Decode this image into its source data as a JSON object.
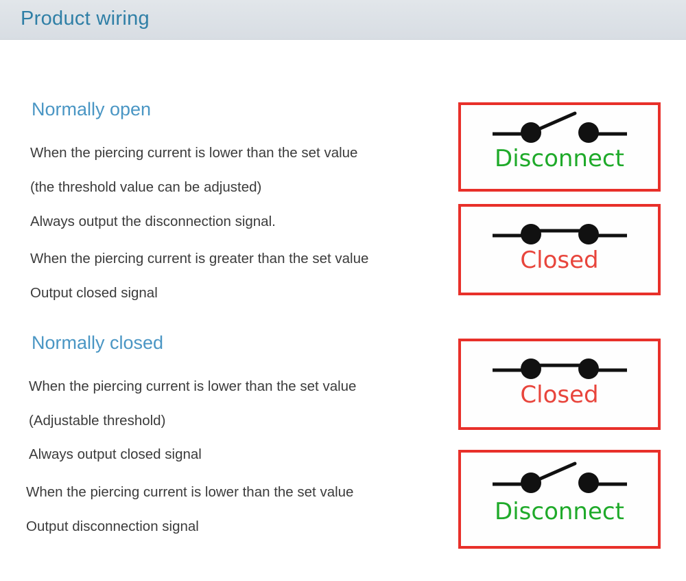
{
  "header": {
    "title": "Product wiring",
    "title_color": "#2f7fa6",
    "background_color": "#dde2e7"
  },
  "theme": {
    "heading_color": "#4a96c4",
    "body_text_color": "#3b3b3b",
    "box_border_color": "#e8302a",
    "disconnect_color": "#1faa2a",
    "closed_color": "#e8453c",
    "symbol_color": "#000000"
  },
  "sections": [
    {
      "heading": "Normally open",
      "lines": [
        "When the piercing current is lower than the set value",
        "(the threshold value can be adjusted)",
        "Always output the disconnection signal.",
        "When the piercing current is greater than the set value",
        "Output closed signal"
      ],
      "diagrams": [
        {
          "state": "open",
          "label": "Disconnect",
          "symbol": "switch-open-icon"
        },
        {
          "state": "closed",
          "label": "Closed",
          "symbol": "switch-closed-icon"
        }
      ]
    },
    {
      "heading": "Normally closed",
      "lines": [
        "When the piercing current is lower than the set value",
        "(Adjustable threshold)",
        "Always output closed signal",
        "When the piercing current is lower than the set value",
        "Output disconnection signal"
      ],
      "diagrams": [
        {
          "state": "closed",
          "label": "Closed",
          "symbol": "switch-closed-icon"
        },
        {
          "state": "open",
          "label": "Disconnect",
          "symbol": "switch-open-icon"
        }
      ]
    }
  ]
}
